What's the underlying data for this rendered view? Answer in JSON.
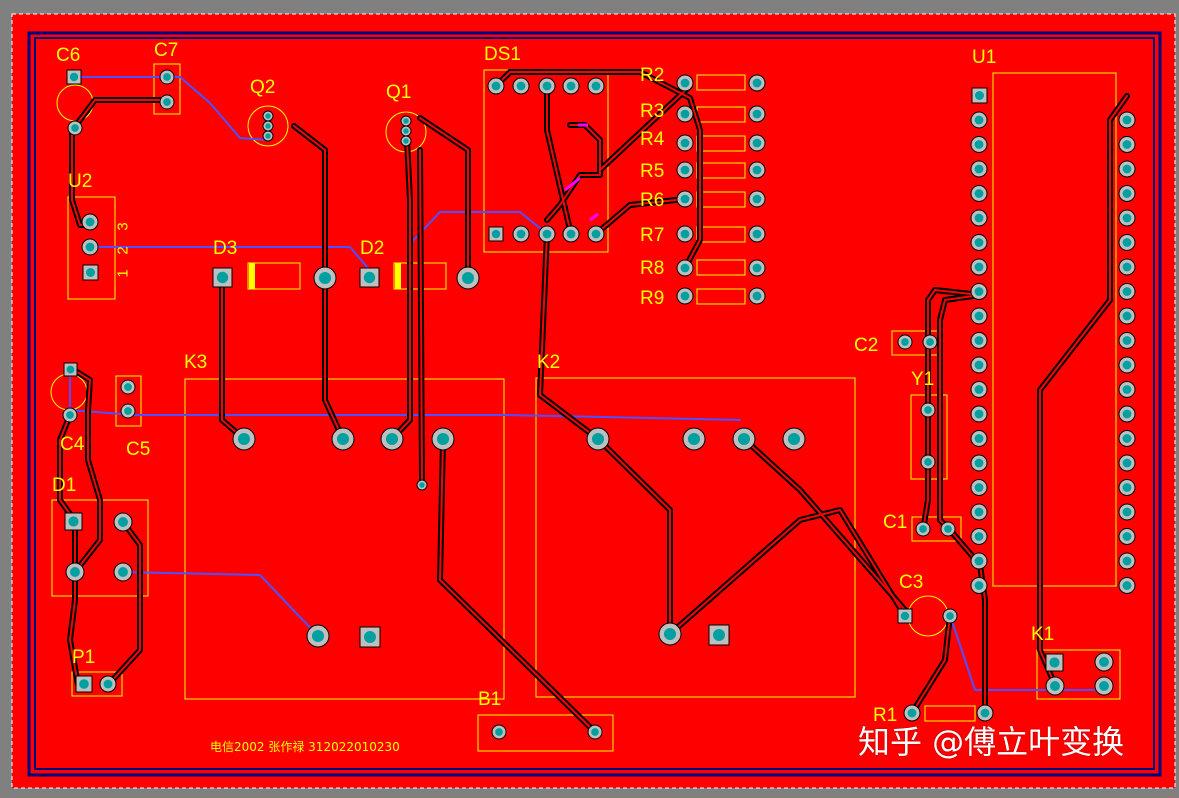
{
  "board": {
    "background_color": "#808080",
    "copper_color": "#ff0000",
    "silkscreen_color": "#ffff00",
    "pad_color": "#00a0a0",
    "track_color": "#000000"
  },
  "components": {
    "C6": "C6",
    "C7": "C7",
    "Q2": "Q2",
    "Q1": "Q1",
    "DS1": "DS1",
    "R2": "R2",
    "R3": "R3",
    "R4": "R4",
    "R5": "R5",
    "R6": "R6",
    "R7": "R7",
    "R8": "R8",
    "R9": "R9",
    "U1": "U1",
    "U2": "U2",
    "D3": "D3",
    "D2": "D2",
    "K3": "K3",
    "K2": "K2",
    "C2": "C2",
    "Y1": "Y1",
    "C4": "C4",
    "C5": "C5",
    "D1": "D1",
    "C1": "C1",
    "C3": "C3",
    "K1": "K1",
    "P1": "P1",
    "B1": "B1",
    "R1": "R1"
  },
  "u2_pins": [
    "3",
    "2",
    "1"
  ],
  "credit_text": "电信2002 张作禄 312022010230",
  "watermark": "知乎 @傅立叶变换"
}
